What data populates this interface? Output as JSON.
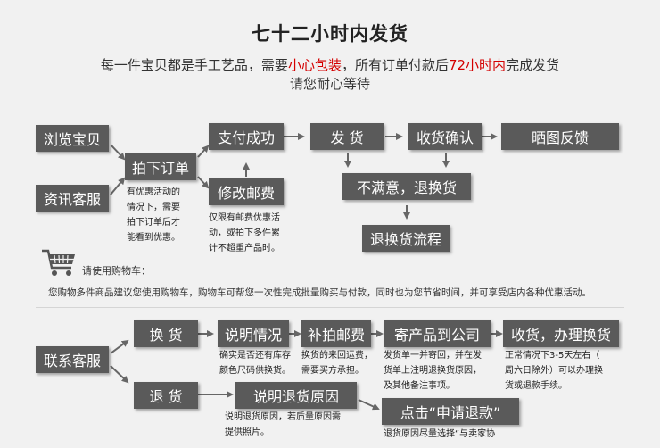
{
  "title": "七十二小时内发货",
  "subtitle": {
    "line1_a": "每一件宝贝都是手工艺品，需要",
    "line1_red1": "小心包装",
    "line1_b": "，所有订单付款后",
    "line1_red2": "72小时内",
    "line1_c": "完成发货",
    "line2": "请您耐心等待"
  },
  "flow": {
    "browse": "浏览宝贝",
    "consult": "资讯客服",
    "place_order": "拍下订单",
    "pay_success": "支付成功",
    "modify_postage": "修改邮费",
    "ship": "发  货",
    "confirm_receipt": "收货确认",
    "review": "晒图反馈",
    "unsatisfied": "不满意，退换货",
    "return_flow": "退换货流程"
  },
  "notes": {
    "order_note": [
      "有优惠活动的",
      "情况下，需要",
      "拍下订单后才",
      "能看到优惠。"
    ],
    "postage_note": [
      "仅限有邮费优惠活",
      "动，或拍下多件累",
      "计不超重产品时。"
    ]
  },
  "cart": {
    "icon": "shopping-cart-icon",
    "label": "请使用购物车：",
    "text": "您购物多件商品建议您使用购物车，购物车可帮您一次性完成批量购买与付款，同时也为您节省时间，并可享受店内各种优惠活动。"
  },
  "exchange": {
    "contact": "联系客服",
    "exchange": "换  货",
    "explain": "说明情况",
    "repay_postage": "补拍邮费",
    "send_to_company": "寄产品到公司",
    "receive_handle": "收货，办理换货",
    "return": "退  货",
    "explain_return": "说明退货原因",
    "click_apply": "点击“申请退款”"
  },
  "exchange_notes": {
    "explain_note": [
      "确实是否还有库存",
      "颜色尺码供换货。"
    ],
    "repay_note": [
      "换货的来回运费，",
      "需要买方承担。"
    ],
    "send_note": [
      "发货单一并寄回，并在发",
      "货单上注明退换货原因，",
      "及其他备注事项。"
    ],
    "receive_note": [
      "正常情况下3-5天左右（",
      "周六日除外）可以办理换",
      "货或退款手续。"
    ],
    "return_note": [
      "说明退货原因，若质量原因需",
      "提供照片。"
    ],
    "apply_note": [
      "退货原因尽量选择“与卖家协"
    ]
  }
}
